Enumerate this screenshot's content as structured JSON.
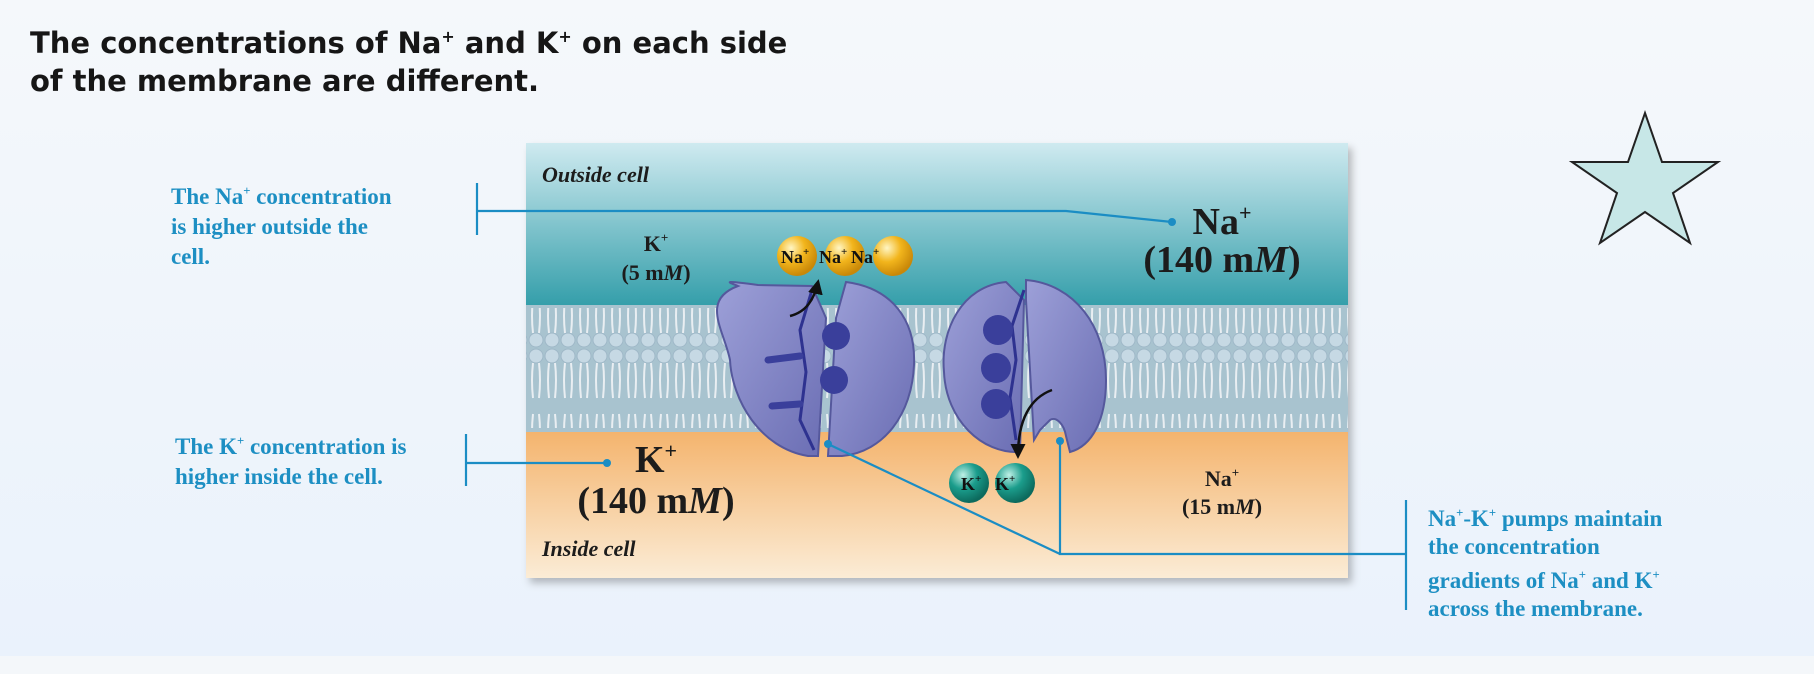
{
  "title": {
    "line1_a": "The concentrations of Na",
    "line1_sup1": "+",
    "line1_b": " and K",
    "line1_sup2": "+",
    "line1_c": " on each side",
    "line2": "of the membrane are different."
  },
  "callouts": {
    "na": {
      "a": "The Na",
      "sup": "+",
      "b": " concentration",
      "line2": "is higher outside the",
      "line3": "cell."
    },
    "k": {
      "a": "The K",
      "sup": "+",
      "b": " concentration is",
      "line2": "higher inside the cell."
    },
    "pump": {
      "a": "Na",
      "sup1": "+",
      "b": "-K",
      "sup2": "+",
      "c": " pumps maintain",
      "line2": "the concentration",
      "line3a": "gradients of Na",
      "sup3": "+",
      "line3b": " and K",
      "sup4": "+",
      "line4": "across the membrane."
    }
  },
  "regions": {
    "outside": "Outside cell",
    "inside": "Inside cell"
  },
  "ions": {
    "k_out": {
      "symbol": "K",
      "charge": "+",
      "conc_pre": "(5 m",
      "conc_unit": "M",
      "conc_post": ")"
    },
    "na_out": {
      "symbol": "Na",
      "charge": "+",
      "conc_pre": "(140 m",
      "conc_unit": "M",
      "conc_post": ")"
    },
    "k_in": {
      "symbol": "K",
      "charge": "+",
      "conc_pre": "(140 m",
      "conc_unit": "M",
      "conc_post": ")"
    },
    "na_in": {
      "symbol": "Na",
      "charge": "+",
      "conc_pre": "(15 m",
      "conc_unit": "M",
      "conc_post": ")"
    }
  },
  "particles": {
    "na": {
      "symbol": "Na",
      "charge": "+",
      "count": 3
    },
    "k": {
      "symbol": "K",
      "charge": "+",
      "count": 2
    }
  },
  "colors": {
    "callout_text": "#1d8fc3",
    "leader_line": "#1b8dc4",
    "outside_top": "#c6e6ee",
    "outside_bottom": "#2b9aa6",
    "inside_top": "#f6b670",
    "inside_bottom": "#fbe9d0",
    "pump": "#7c7fc2",
    "na_ion": "#f2b51c",
    "k_ion": "#1b9d8c",
    "star_fill": "#c7e7e7"
  },
  "icons": {
    "star": "star-icon"
  }
}
